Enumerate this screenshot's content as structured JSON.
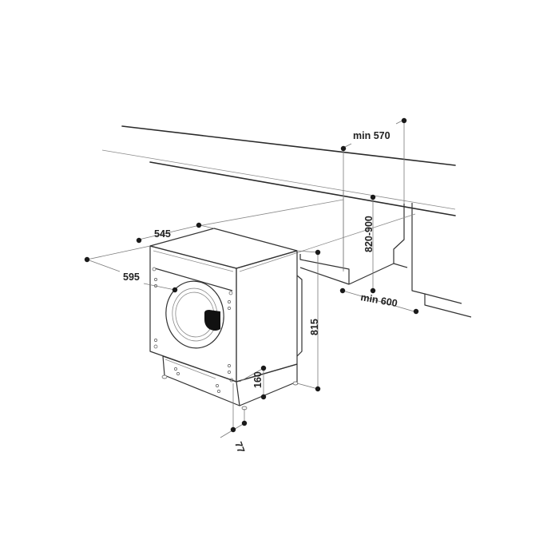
{
  "diagram": {
    "subject": "Built-in washing machine installation dimensions",
    "units": "mm",
    "colors": {
      "line": "#2a2a2a",
      "dimension_line": "#7a7a7a",
      "background": "#ffffff",
      "door_handle": "#111111"
    },
    "dimensions": {
      "niche_depth_min": "min 570",
      "worktop_height": "820-900",
      "niche_width_min": "min 600",
      "appliance_depth": "545",
      "appliance_width": "595",
      "appliance_height": "815",
      "plinth_height": "160",
      "plinth_setback": "77"
    }
  }
}
